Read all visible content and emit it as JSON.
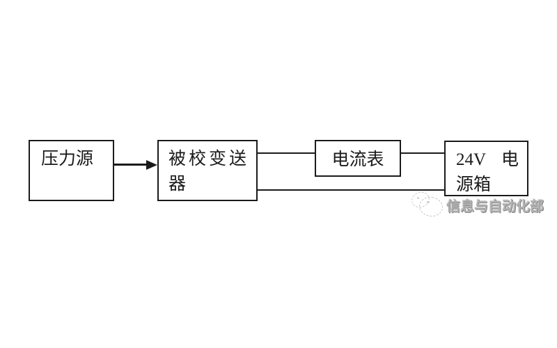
{
  "diagram": {
    "title": "transmitter-calibration-wiring-diagram",
    "nodes": {
      "pressure_source": {
        "label": "压力源"
      },
      "transmitter": {
        "label_line1": "被校变送",
        "label_line2": "器",
        "full_label": "被校变送器"
      },
      "ammeter": {
        "label": "电流表"
      },
      "power_supply": {
        "label_line1_left": "24V",
        "label_line1_right": "电",
        "label_line2": "源箱",
        "full_label": "24V 电源箱"
      }
    },
    "connections": [
      {
        "from": "pressure_source",
        "to": "transmitter",
        "style": "arrow"
      },
      {
        "from": "transmitter",
        "to": "ammeter",
        "style": "line"
      },
      {
        "from": "ammeter",
        "to": "power_supply",
        "style": "line"
      },
      {
        "from": "transmitter",
        "to": "power_supply",
        "style": "line"
      }
    ],
    "colors": {
      "background": "#ffffff",
      "line": "#1a1a1a",
      "text": "#1a1a1a",
      "watermark": "#b3b3b3"
    }
  },
  "watermark": {
    "text": "信息与自动化部",
    "logo": "sketch-circles-logo"
  }
}
